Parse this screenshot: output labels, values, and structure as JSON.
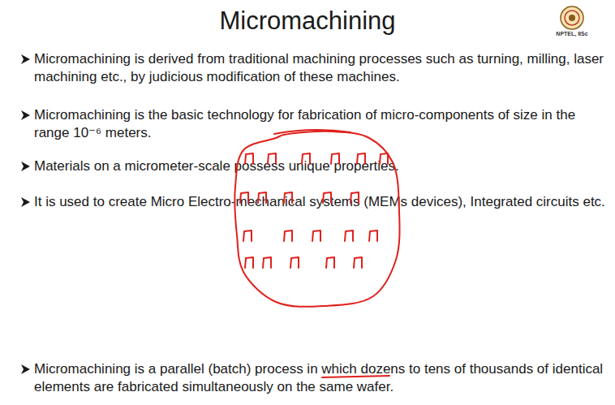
{
  "diagram": {
    "title": "Micromachining",
    "labels": [
      "Micromachining is derived from traditional machining processes such as turning, milling, laser machining etc., by judicious modification of these machines.",
      "Micromachining is the basic technology for fabrication of micro-components of size in the range 10⁻⁶ meters.",
      "Materials on a micrometer-scale possess unique properties.",
      "It is used to create Micro Electro-mechanical systems (MEMs devices), Integrated circuits etc.",
      "Micromachining is a parallel (batch) process in which dozens to tens of thousands of identical elements are fabricated simultaneously on the same wafer.",
      "NPTEL, IISc"
    ]
  }
}
